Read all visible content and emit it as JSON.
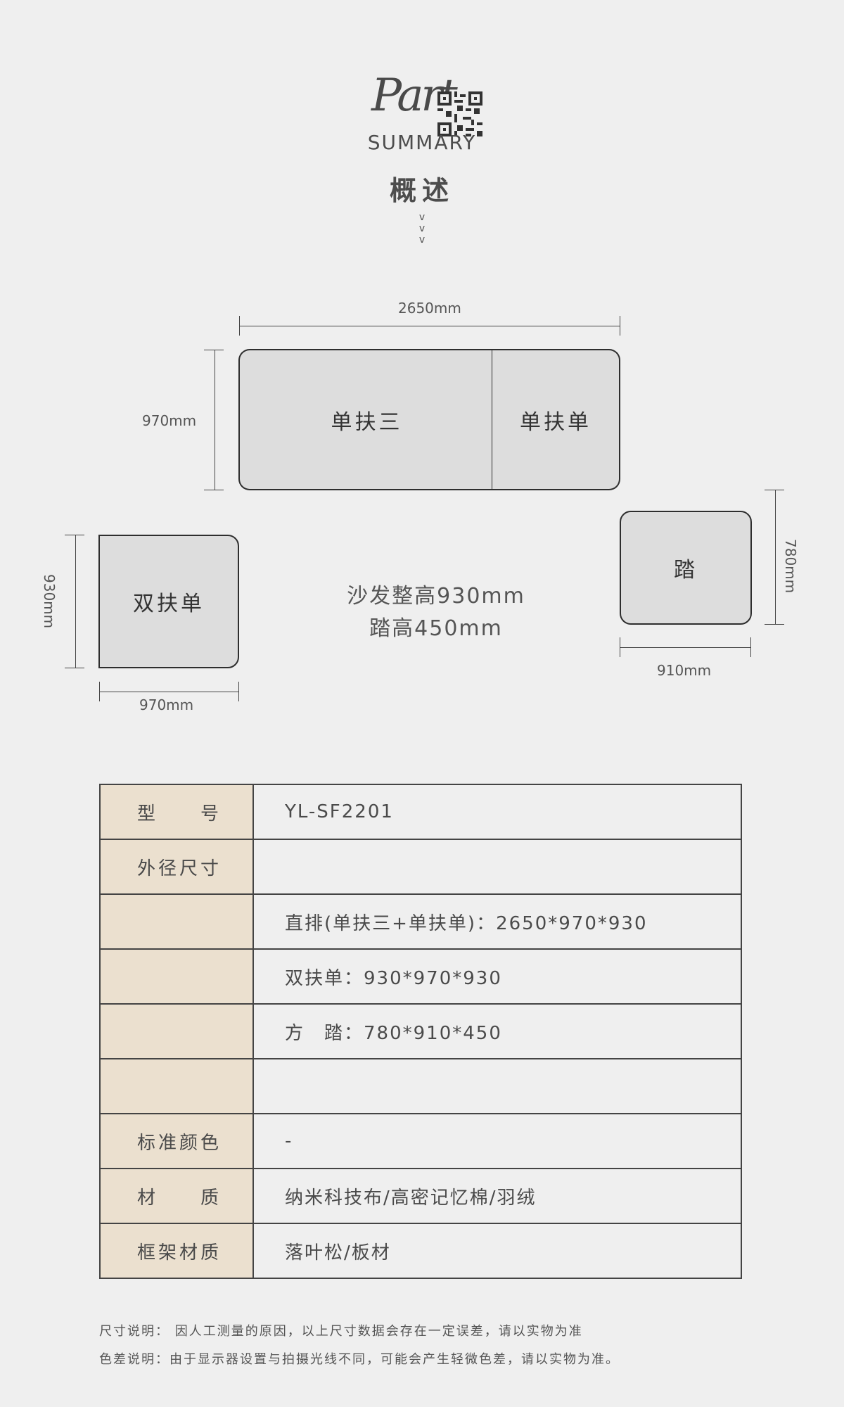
{
  "header": {
    "script_text": "Part",
    "summary": "SUMMARY",
    "title": "概述",
    "chevrons": [
      "v",
      "v",
      "v"
    ]
  },
  "diagram": {
    "top_width": "2650mm",
    "top_depth": "970mm",
    "block_a": "单扶三",
    "block_b": "单扶单",
    "left_block": "双扶单",
    "left_height": "930mm",
    "left_width": "970mm",
    "center_line1": "沙发整高930mm",
    "center_line2": "踏高450mm",
    "stool_block": "踏",
    "stool_height": "780mm",
    "stool_width": "910mm"
  },
  "table": {
    "rows": [
      {
        "label": "型　　号",
        "value": "YL-SF2201"
      },
      {
        "label": "外径尺寸",
        "value": ""
      },
      {
        "label": "",
        "value": "直排(单扶三+单扶单)：2650*970*930"
      },
      {
        "label": "",
        "value": "双扶单：930*970*930"
      },
      {
        "label": "",
        "value": "方　踏：780*910*450"
      },
      {
        "label": "",
        "value": ""
      },
      {
        "label": "标准颜色",
        "value": "-"
      },
      {
        "label": "材　　质",
        "value": "纳米科技布/高密记忆棉/羽绒"
      },
      {
        "label": "框架材质",
        "value": "落叶松/板材"
      }
    ]
  },
  "notes": {
    "size_note": "尺寸说明： 因人工测量的原因，以上尺寸数据会存在一定误差，请以实物为准",
    "color_note": "色差说明：由于显示器设置与拍摄光线不同，可能会产生轻微色差，请以实物为准。"
  }
}
